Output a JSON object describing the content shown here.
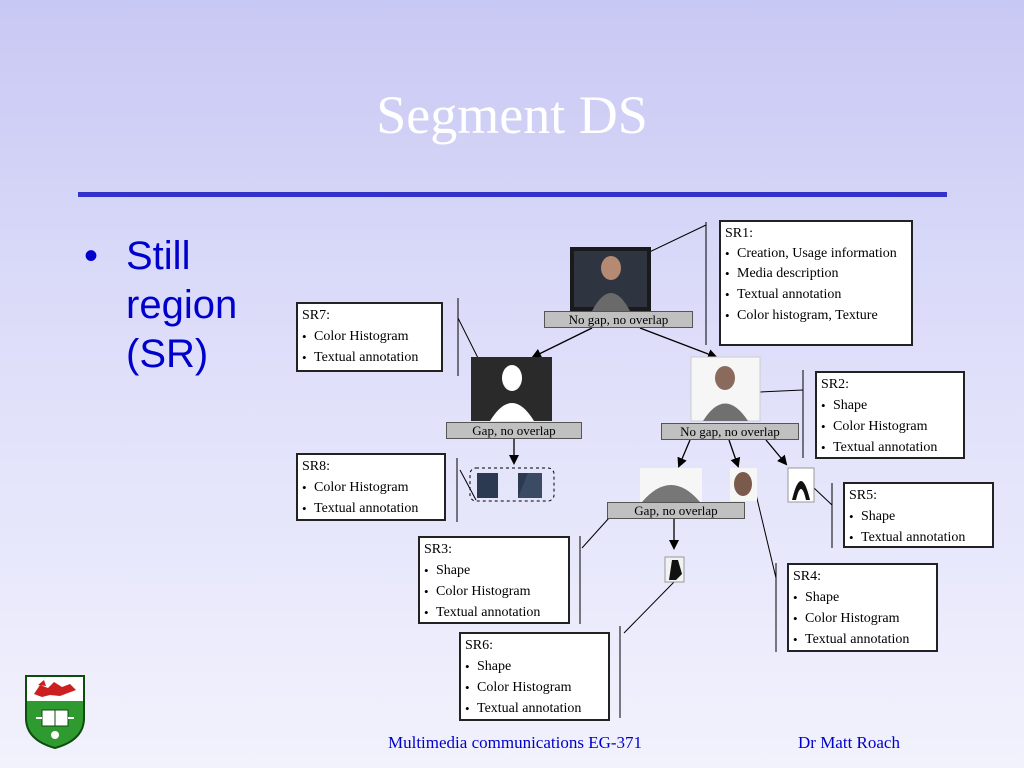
{
  "slide": {
    "title": "Segment DS",
    "bullets": [
      "Still region (SR)"
    ]
  },
  "diagram": {
    "boxes": {
      "sr1": {
        "header": "SR1:",
        "items": [
          "Creation, Usage information",
          "Media description",
          "Textual annotation",
          "Color histogram, Texture"
        ]
      },
      "sr2": {
        "header": "SR2:",
        "items": [
          "Shape",
          "Color Histogram",
          "Textual annotation"
        ]
      },
      "sr3": {
        "header": "SR3:",
        "items": [
          "Shape",
          "Color Histogram",
          "Textual annotation"
        ]
      },
      "sr4": {
        "header": "SR4:",
        "items": [
          "Shape",
          "Color Histogram",
          "Textual annotation"
        ]
      },
      "sr5": {
        "header": "SR5:",
        "items": [
          "Shape",
          "Textual annotation"
        ]
      },
      "sr6": {
        "header": "SR6:",
        "items": [
          "Shape",
          "Color Histogram",
          "Textual annotation"
        ]
      },
      "sr7": {
        "header": "SR7:",
        "items": [
          "Color Histogram",
          "Textual annotation"
        ]
      },
      "sr8": {
        "header": "SR8:",
        "items": [
          "Color Histogram",
          "Textual annotation"
        ]
      }
    },
    "relations": {
      "root": "No gap, no overlap",
      "left": "Gap, no overlap",
      "right": "No gap, no overlap",
      "lower": "Gap, no overlap"
    }
  },
  "footer": {
    "course": "Multimedia communications EG-371",
    "author": "Dr Matt Roach"
  },
  "colors": {
    "title": "#ffffff",
    "rule": "#3333cc",
    "body_text": "#0000cc",
    "tag_fill": "#c0c0c0"
  }
}
